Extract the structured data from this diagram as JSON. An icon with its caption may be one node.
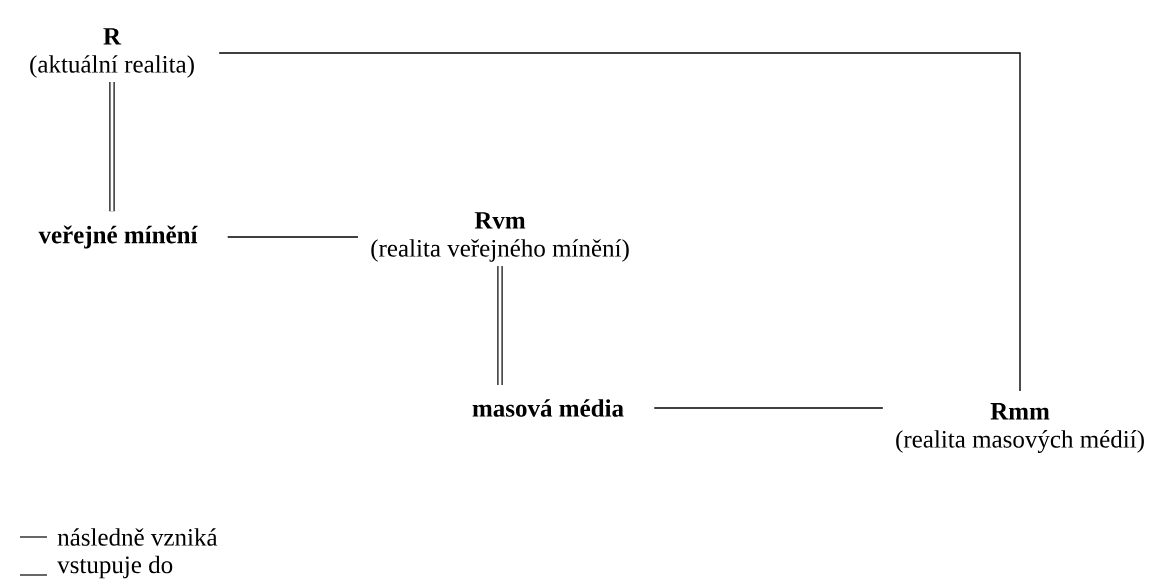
{
  "diagram": {
    "nodes": [
      {
        "text": [
          "R",
          "(aktuální realita)"
        ]
      },
      {
        "text": [
          "veřejné mínění"
        ]
      },
      {
        "text": [
          "Rvm",
          "(realita veřejného mínění)"
        ]
      },
      {
        "text": [
          "masová média"
        ]
      },
      {
        "text": [
          "Rmm",
          "(realita masových médií)"
        ]
      }
    ],
    "edges": [
      {
        "from": 0,
        "to": 1,
        "arrow": "none",
        "style": "thick"
      },
      {
        "from": 1,
        "to": 2,
        "arrow": "none"
      },
      {
        "from": 2,
        "to": 3,
        "arrow": "none",
        "style": "thick"
      },
      {
        "from": 3,
        "to": 4,
        "arrow": "none"
      },
      {
        "from": 0,
        "to": 4,
        "arrow": "none"
      }
    ],
    "legend": [
      {
        "text": "následně vzniká"
      },
      {
        "text": "vstupuje do"
      }
    ]
  }
}
